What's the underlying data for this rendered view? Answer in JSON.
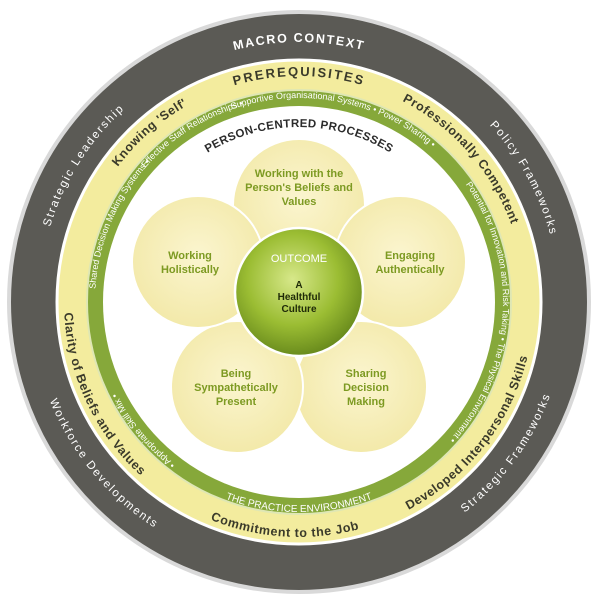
{
  "macro_context": {
    "title": "MACRO CONTEXT",
    "left": "Strategic Leadership",
    "right": "Policy Frameworks",
    "bottom_right": "Strategic Frameworks",
    "bottom_left": "Workforce Developments"
  },
  "prerequisites": {
    "title": "PREREQUISITES",
    "top_left": "Knowing 'Self'",
    "top_right": "Professionally Competent",
    "right": "Developed Interpersonal Skills",
    "bottom": "Commitment to the Job",
    "left": "Clarity of Beliefs and Values"
  },
  "practice_environment": {
    "title": "THE PRACTICE ENVIRONMENT",
    "top": "Supportive Organisational Systems • Power Sharing •",
    "top_left": "Effective Staff Relationships •",
    "left": "Shared Decision Making Systems •",
    "right": "Potential for Innovation and Risk Taking • The Physical Environment •",
    "bottom_left": "• Appropriate Skill Mix •"
  },
  "processes": {
    "title": "PERSON-CENTRED PROCESSES",
    "petals": [
      {
        "line1": "Working with the",
        "line2": "Person's Beliefs and",
        "line3": "Values"
      },
      {
        "line1": "Engaging",
        "line2": "Authentically",
        "line3": ""
      },
      {
        "line1": "Sharing",
        "line2": "Decision",
        "line3": "Making"
      },
      {
        "line1": "Being",
        "line2": "Sympathetically",
        "line3": "Present"
      },
      {
        "line1": "Working",
        "line2": "Holistically",
        "line3": ""
      }
    ]
  },
  "outcome": {
    "label": "OUTCOME",
    "line1": "A",
    "line2": "Healthful",
    "line3": "Culture"
  },
  "colors": {
    "macro_ring": "#5b5a55",
    "prereq_ring": "#f3ec9e",
    "env_ring": "#86a83a",
    "petal_fill": "#f7efb8",
    "outcome_green": "#86ad2a"
  }
}
